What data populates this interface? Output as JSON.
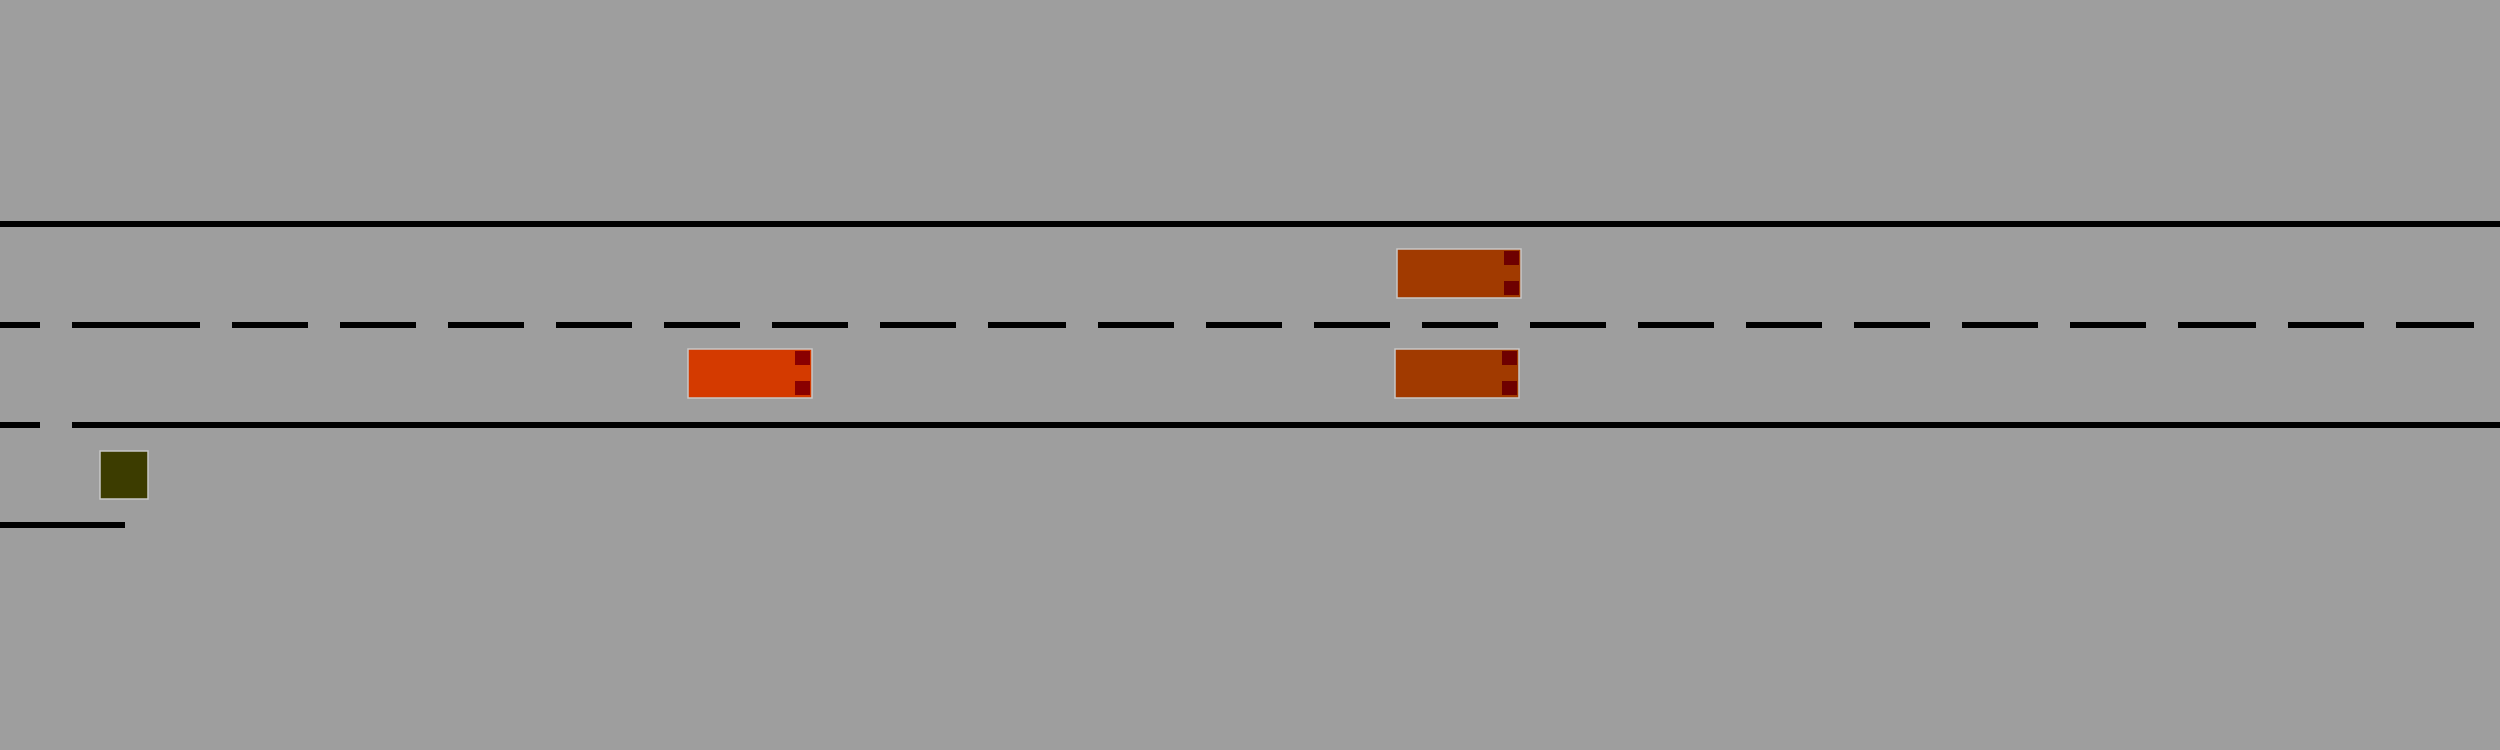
{
  "scene": {
    "type": "highway-driving-simulation",
    "background_color": "#9e9e9e",
    "line_color": "#000000",
    "lanes": [
      {
        "id": "upper-lane",
        "vehicles": [
          "vehicle-1"
        ]
      },
      {
        "id": "middle-lane",
        "vehicles": [
          "ego-vehicle",
          "vehicle-2"
        ]
      },
      {
        "id": "merge-lane",
        "vehicles": [
          "vehicle-3"
        ]
      }
    ],
    "vehicles": [
      {
        "id": "ego-vehicle",
        "role": "controlled",
        "color": "#d43a00",
        "light_color": "#8a0000"
      },
      {
        "id": "vehicle-1",
        "role": "other",
        "color": "#a13a00",
        "light_color": "#6e0000"
      },
      {
        "id": "vehicle-2",
        "role": "other",
        "color": "#a13a00",
        "light_color": "#6e0000"
      },
      {
        "id": "vehicle-3",
        "role": "obstacle",
        "color": "#3c3c00",
        "light_color": ""
      }
    ]
  }
}
